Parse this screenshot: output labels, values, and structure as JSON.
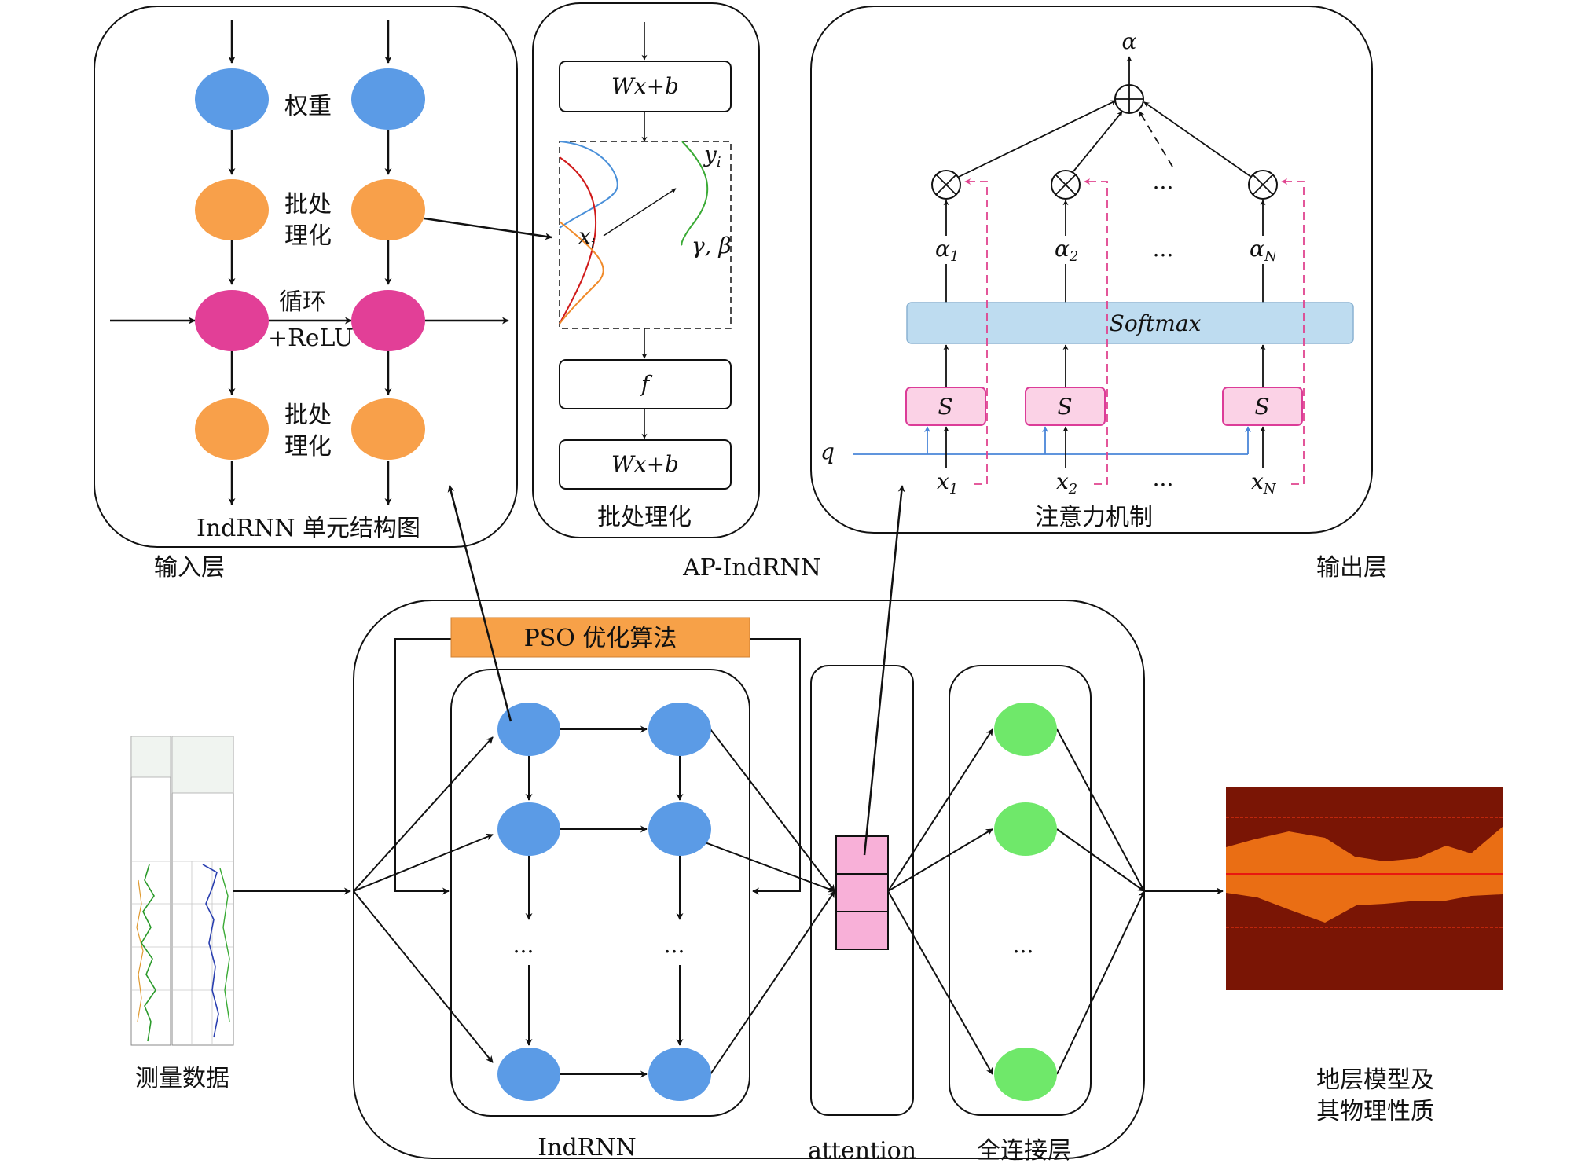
{
  "colors": {
    "blue_node": "#5b9be6",
    "orange_node": "#f8a04a",
    "pink_node": "#e23f97",
    "green_node": "#6fe86a",
    "softmax_fill": "#bedcf0",
    "s_box_fill": "#fbd2e6",
    "s_box_stroke": "#dc3c98",
    "pso_fill": "#f7a148",
    "attention_fill": "#f8b0d8",
    "q_line": "#4a86d8",
    "dashed_pink": "#e0448f"
  },
  "input_panel": {
    "weight_label": "权重",
    "bn_label_1": "批处",
    "bn_label_2": "理化",
    "loop_label_1": "循环",
    "loop_label_2": "+ReLU",
    "bn2_label_1": "批处",
    "bn2_label_2": "理化",
    "caption": "IndRNN 单元结构图",
    "group_label": "输入层"
  },
  "batch_panel": {
    "top_box": "Wx+b",
    "yi": "y",
    "yi_sub": "i",
    "xi": "x",
    "xi_sub": "i",
    "gamma_beta": "γ, β",
    "f_box": "f",
    "bottom_box": "Wx+b",
    "caption": "批处理化",
    "group_label": "AP-IndRNN"
  },
  "attention_panel": {
    "alpha": "α",
    "dots": "...",
    "alpha_1": "α",
    "alpha_1_sub": "1",
    "alpha_2": "α",
    "alpha_2_sub": "2",
    "alpha_n": "α",
    "alpha_n_sub": "N",
    "softmax": "Softmax",
    "s_label": "S",
    "q_label": "q",
    "x_1": "x",
    "x_1_sub": "1",
    "x_2": "x",
    "x_2_sub": "2",
    "x_n": "x",
    "x_n_sub": "N",
    "caption": "注意力机制",
    "group_label": "输出层"
  },
  "network": {
    "pso_label": "PSO 优化算法",
    "indrnn_label": "IndRNN",
    "attention_label": "attention",
    "fc_label": "全连接层",
    "dots": "...",
    "measure_label": "测量数据",
    "output_label_1": "地层模型及",
    "output_label_2": "其物理性质"
  }
}
